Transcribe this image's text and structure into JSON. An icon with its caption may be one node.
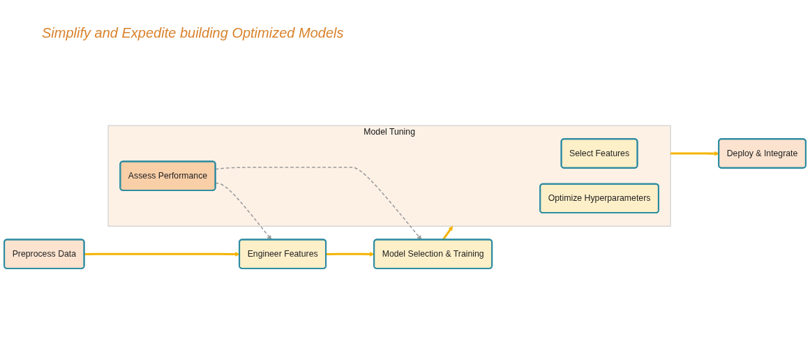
{
  "diagram": {
    "title": "Simplify and Expedite building Optimized Models",
    "nodes": [
      {
        "text": [
          "Preprocess Data"
        ]
      },
      {
        "text": [
          "Engineer Features"
        ]
      },
      {
        "text": [
          "Model Selection & Training"
        ]
      },
      {
        "text": [
          "Model Tuning"
        ]
      },
      {
        "text": [
          "Select Features"
        ],
        "in": 3
      },
      {
        "text": [
          "Optimize Hyperparameters"
        ],
        "in": 3
      },
      {
        "text": [
          "Assess Performance"
        ],
        "in": 3
      },
      {
        "text": [
          "Deploy & Integrate"
        ]
      }
    ],
    "edges": [
      {
        "from": 0,
        "to": 1,
        "arrow": "to"
      },
      {
        "from": 1,
        "to": 2,
        "arrow": "to"
      },
      {
        "from": 2,
        "to": 3,
        "arrow": "to"
      },
      {
        "from": 3,
        "to": 7,
        "arrow": "to"
      },
      {
        "from": 6,
        "to": 1,
        "arrow": "to",
        "style": "dashed",
        "color": "#999999"
      },
      {
        "from": 6,
        "to": 2,
        "arrow": "to",
        "style": "dashed",
        "color": "#999999"
      }
    ]
  }
}
